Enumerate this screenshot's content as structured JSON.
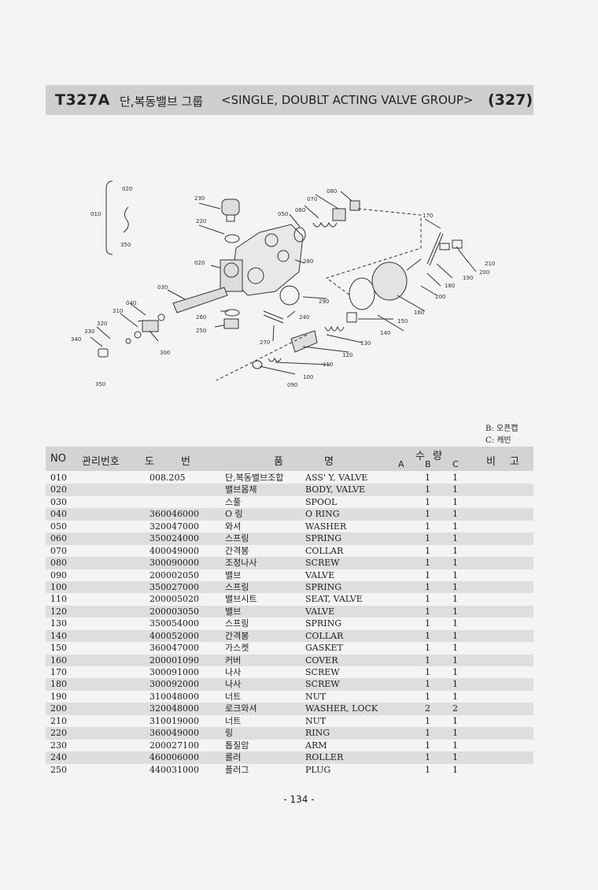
{
  "header": {
    "code": "T327A",
    "title_ko": "단,복동밸브 그룹",
    "title_en": "<SINGLE, DOUBLT ACTING VALVE GROUP>",
    "ref": "(327)"
  },
  "diagram": {
    "callouts": [
      "010",
      "020",
      "030",
      "040",
      "050",
      "060",
      "070",
      "080",
      "090",
      "100",
      "110",
      "120",
      "130",
      "140",
      "150",
      "160",
      "170",
      "180",
      "190",
      "200",
      "210",
      "220",
      "230",
      "240",
      "250",
      "260",
      "270",
      "280",
      "290",
      "300",
      "310",
      "320",
      "330",
      "340",
      "350",
      "020",
      "350"
    ]
  },
  "legend": {
    "b": "B: 오픈캡",
    "c": "C: 캐빈"
  },
  "table": {
    "headers": {
      "no": "NO",
      "mgmt": "관리번호",
      "dwg_1": "도",
      "dwg_2": "번",
      "name_1": "품",
      "name_2": "명",
      "qty_1": "수",
      "qty_2": "량",
      "a": "A",
      "b": "B",
      "c": "C",
      "remark_1": "비",
      "remark_2": "고"
    },
    "rows": [
      {
        "no": "010",
        "dwg": "008.205",
        "ko": "단,복동밸브조합",
        "en": "ASS' Y, VALVE",
        "b": "1",
        "c": "1"
      },
      {
        "no": "020",
        "dwg": "",
        "ko": "밸브몸체",
        "en": "BODY, VALVE",
        "b": "1",
        "c": "1"
      },
      {
        "no": "030",
        "dwg": "",
        "ko": "스풀",
        "en": "SPOOL",
        "b": "1",
        "c": "1"
      },
      {
        "no": "040",
        "dwg": "360046000",
        "ko": "O 링",
        "en": "O RING",
        "b": "1",
        "c": "1"
      },
      {
        "no": "050",
        "dwg": "320047000",
        "ko": "와셔",
        "en": "WASHER",
        "b": "1",
        "c": "1"
      },
      {
        "no": "060",
        "dwg": "350024000",
        "ko": "스프링",
        "en": "SPRING",
        "b": "1",
        "c": "1"
      },
      {
        "no": "070",
        "dwg": "400049000",
        "ko": "간격봉",
        "en": "COLLAR",
        "b": "1",
        "c": "1"
      },
      {
        "no": "080",
        "dwg": "300090000",
        "ko": "조정나사",
        "en": "SCREW",
        "b": "1",
        "c": "1"
      },
      {
        "no": "090",
        "dwg": "200002050",
        "ko": "밸브",
        "en": "VALVE",
        "b": "1",
        "c": "1"
      },
      {
        "no": "100",
        "dwg": "350027000",
        "ko": "스프링",
        "en": "SPRING",
        "b": "1",
        "c": "1"
      },
      {
        "no": "110",
        "dwg": "200005020",
        "ko": "밸브시트",
        "en": "SEAT, VALVE",
        "b": "1",
        "c": "1"
      },
      {
        "no": "120",
        "dwg": "200003050",
        "ko": "밸브",
        "en": "VALVE",
        "b": "1",
        "c": "1"
      },
      {
        "no": "130",
        "dwg": "350054000",
        "ko": "스프링",
        "en": "SPRING",
        "b": "1",
        "c": "1"
      },
      {
        "no": "140",
        "dwg": "400052000",
        "ko": "간격봉",
        "en": "COLLAR",
        "b": "1",
        "c": "1"
      },
      {
        "no": "150",
        "dwg": "360047000",
        "ko": "가스켓",
        "en": "GASKET",
        "b": "1",
        "c": "1"
      },
      {
        "no": "160",
        "dwg": "200001090",
        "ko": "커버",
        "en": "COVER",
        "b": "1",
        "c": "1"
      },
      {
        "no": "170",
        "dwg": "300091000",
        "ko": "나사",
        "en": "SCREW",
        "b": "1",
        "c": "1"
      },
      {
        "no": "180",
        "dwg": "300092000",
        "ko": "나사",
        "en": "SCREW",
        "b": "1",
        "c": "1"
      },
      {
        "no": "190",
        "dwg": "310048000",
        "ko": "너트",
        "en": "NUT",
        "b": "1",
        "c": "1"
      },
      {
        "no": "200",
        "dwg": "320048000",
        "ko": "로크와셔",
        "en": "WASHER, LOCK",
        "b": "2",
        "c": "2"
      },
      {
        "no": "210",
        "dwg": "310019000",
        "ko": "너트",
        "en": "NUT",
        "b": "1",
        "c": "1"
      },
      {
        "no": "220",
        "dwg": "360049000",
        "ko": "링",
        "en": "RING",
        "b": "1",
        "c": "1"
      },
      {
        "no": "230",
        "dwg": "200027100",
        "ko": "톱질암",
        "en": "ARM",
        "b": "1",
        "c": "1"
      },
      {
        "no": "240",
        "dwg": "460006000",
        "ko": "롤러",
        "en": "ROLLER",
        "b": "1",
        "c": "1"
      },
      {
        "no": "250",
        "dwg": "440031000",
        "ko": "플러그",
        "en": "PLUG",
        "b": "1",
        "c": "1"
      }
    ]
  },
  "footer": {
    "page": "- 134 -"
  }
}
